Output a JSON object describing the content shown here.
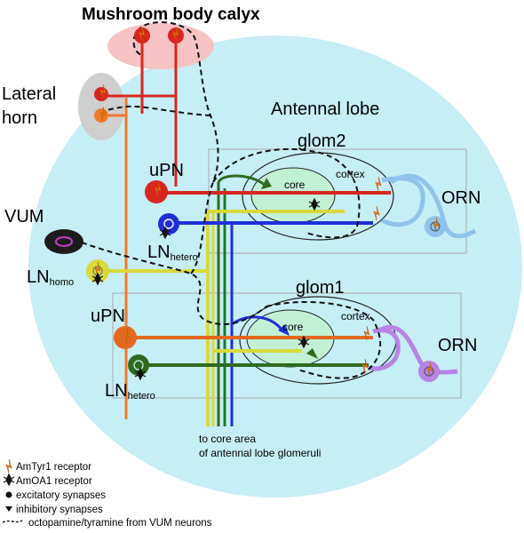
{
  "labels": {
    "mushroom_body_calyx": "Mushroom body calyx",
    "lateral_horn_1": "Lateral",
    "lateral_horn_2": "horn",
    "antennal_lobe": "Antennal lobe",
    "glom2": "glom2",
    "glom1": "glom1",
    "core_top": "core",
    "core_bottom": "core",
    "cortex_top": "cortex",
    "cortex_bottom": "cortex",
    "upn_top": "uPN",
    "upn_bottom": "uPN",
    "vum": "VUM",
    "ln_homo_main": "LN",
    "ln_homo_sub": "homo",
    "ln_hetero_top_main": "LN",
    "ln_hetero_top_sub": "hetero",
    "ln_hetero_bottom_main": "LN",
    "ln_hetero_bottom_sub": "hetero",
    "orn_top": "ORN",
    "orn_bottom": "ORN",
    "core_area_1": "to core area",
    "core_area_2": "of antennal lobe glomeruli"
  },
  "legend": {
    "amtyr1": "AmTyr1 receptor",
    "amoa1": "AmOA1 receptor",
    "excitatory": "excitatory synapses",
    "inhibitory": "inhibitory synapses",
    "octopamine": "octopamine/tyramine from VUM neurons"
  },
  "colors": {
    "antennal_lobe": "#c6eef6",
    "calyx": "#f7c3c3",
    "lateral_horn": "#cfcfcf",
    "core": "#c2f0d4",
    "upn_top": "#d8261f",
    "upn_bottom": "#e2691f",
    "ln_hetero_top": "#1f2fd8",
    "ln_hetero_bottom": "#2f6a1f",
    "ln_homo": "#d9d93a",
    "orn_top": "#8fc3ea",
    "orn_bottom": "#b784e6",
    "vum": "#1c1c1c",
    "receptor_amtyr1": "#f08a1a"
  },
  "icons": [
    "amtyr1-receptor-icon",
    "amoa1-receptor-icon",
    "excitatory-synapse-icon",
    "inhibitory-synapse-icon",
    "octopamine-dash-icon"
  ]
}
